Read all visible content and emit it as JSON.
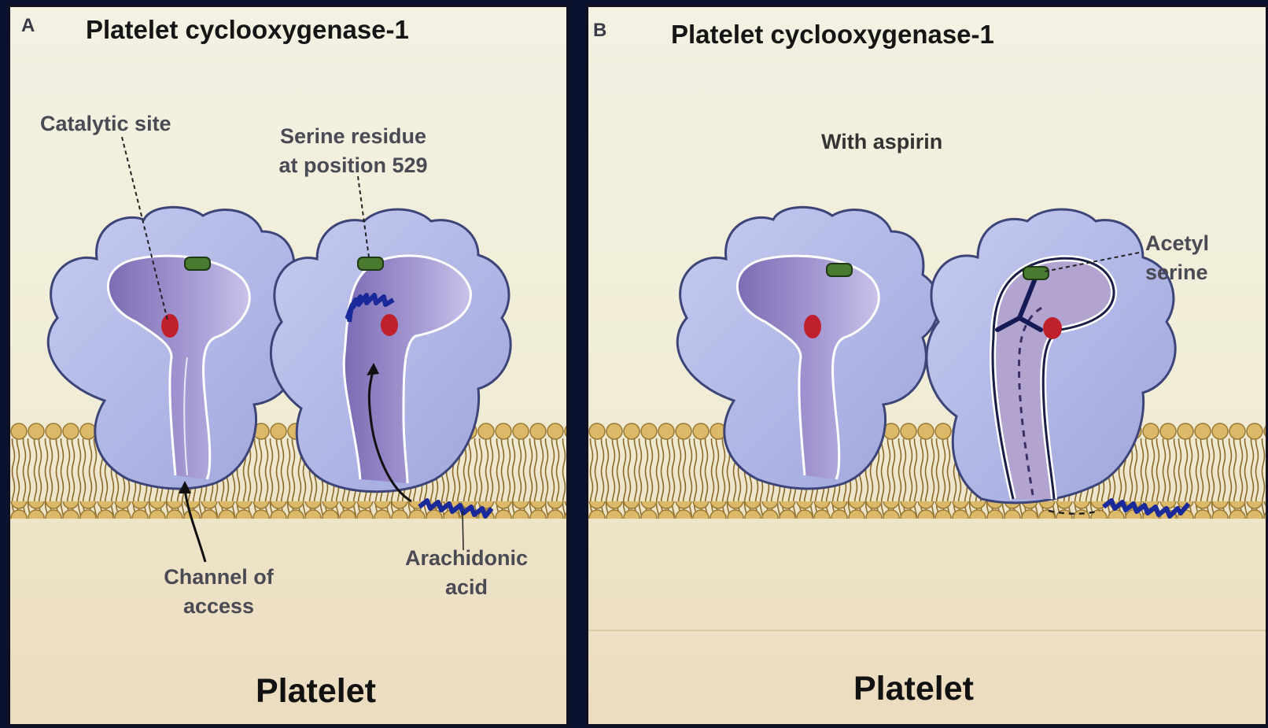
{
  "panel_a": {
    "letter": "A",
    "title": "Platelet cyclooxygenase-1",
    "labels": {
      "catalytic_site": "Catalytic site",
      "serine_line1": "Serine residue",
      "serine_line2": "at position 529",
      "channel_line1": "Channel of",
      "channel_line2": "access",
      "arachidonic_line1": "Arachidonic",
      "arachidonic_line2": "acid"
    },
    "bottom_label": "Platelet"
  },
  "panel_b": {
    "letter": "B",
    "title": "Platelet cyclooxygenase-1",
    "subtitle": "With aspirin",
    "labels": {
      "acetyl_line1": "Acetyl",
      "acetyl_line2": "serine"
    },
    "bottom_label": "Platelet"
  },
  "colors": {
    "enzyme": "#b0b6e6",
    "enzyme_outline": "#3d4478",
    "channel": "#8a7cc0",
    "catalytic_site": "#c0202c",
    "serine": "#4a7a30",
    "arachidonic_acid": "#1a2a9a",
    "membrane_head": "#d9b86a",
    "membrane_tail": "#8a6a2a"
  }
}
